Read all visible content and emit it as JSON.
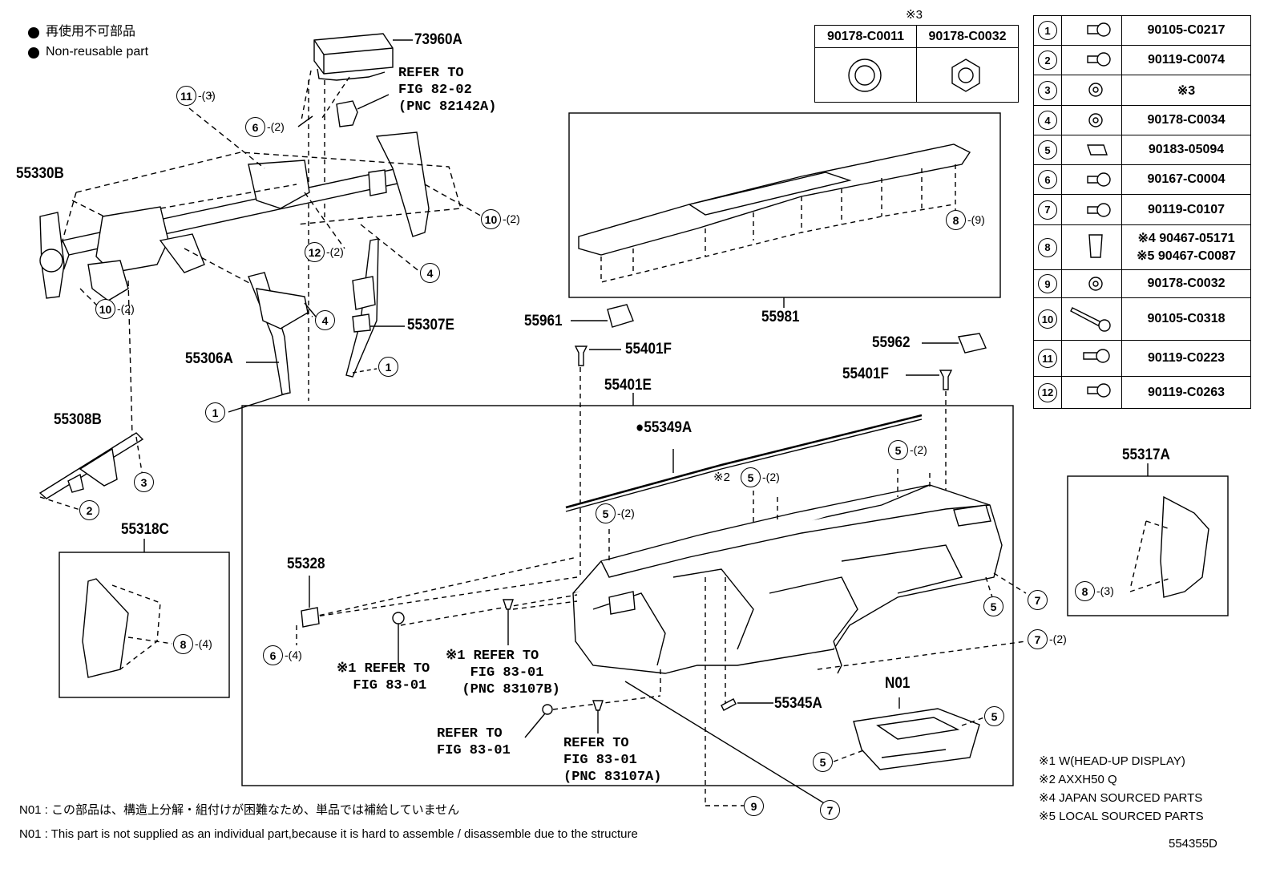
{
  "legend": {
    "bullet_jp": "再使用不可部品",
    "bullet_en": "Non-reusable part"
  },
  "parts": {
    "p73960A": "73960A",
    "p55330B": "55330B",
    "p55307E": "55307E",
    "p55306A": "55306A",
    "p55308B": "55308B",
    "p55318C": "55318C",
    "p55961": "55961",
    "p55401F_a": "55401F",
    "p55401F_b": "55401F",
    "p55401E": "55401E",
    "p55349A": "●55349A",
    "p55962": "55962",
    "p55981": "55981",
    "p55317A": "55317A",
    "p55328": "55328",
    "p55345A": "55345A",
    "pN01": "N01"
  },
  "refs": {
    "r1": "REFER TO\nFIG 82-02\n(PNC 82142A)",
    "r2": "※1 REFER TO\n  FIG 83-01",
    "r3": "※1 REFER TO\n   FIG 83-01\n  (PNC 83107B)",
    "r4": "REFER TO\nFIG 83-01",
    "r5": "REFER TO\nFIG 83-01\n(PNC 83107A)"
  },
  "callouts": [
    {
      "n": "11",
      "q": "-(3)"
    },
    {
      "n": "6",
      "q": "-(2)"
    },
    {
      "n": "10",
      "q": "-(2)"
    },
    {
      "n": "12",
      "q": "-(2)"
    },
    {
      "n": "4",
      "q": ""
    },
    {
      "n": "10",
      "q": "-(2)"
    },
    {
      "n": "4",
      "q": ""
    },
    {
      "n": "1",
      "q": ""
    },
    {
      "n": "1",
      "q": ""
    },
    {
      "n": "3",
      "q": ""
    },
    {
      "n": "2",
      "q": ""
    },
    {
      "n": "8",
      "q": "-(4)"
    },
    {
      "n": "6",
      "q": "-(4)"
    },
    {
      "n": "8",
      "q": "-(9)"
    },
    {
      "n": "5",
      "q": "-(2)"
    },
    {
      "n": "5",
      "q": "-(2)"
    },
    {
      "n": "5",
      "q": "-(2)"
    },
    {
      "n": "7",
      "q": ""
    },
    {
      "n": "5",
      "q": ""
    },
    {
      "n": "7",
      "q": "-(2)"
    },
    {
      "n": "8",
      "q": "-(3)"
    },
    {
      "n": "5",
      "q": ""
    },
    {
      "n": "5",
      "q": ""
    },
    {
      "n": "9",
      "q": ""
    },
    {
      "n": "7",
      "q": ""
    }
  ],
  "star2_mark": "※2",
  "nut_table": {
    "mark": "※3",
    "cols": [
      "90178-C0011",
      "90178-C0032"
    ]
  },
  "fastener_table": [
    {
      "no": "1",
      "code": "90105-C0217"
    },
    {
      "no": "2",
      "code": "90119-C0074"
    },
    {
      "no": "3",
      "code": "※3"
    },
    {
      "no": "4",
      "code": "90178-C0034"
    },
    {
      "no": "5",
      "code": "90183-05094"
    },
    {
      "no": "6",
      "code": "90167-C0004"
    },
    {
      "no": "7",
      "code": "90119-C0107"
    },
    {
      "no": "8",
      "code": "※4 90467-05171",
      "code2": "※5 90467-C0087"
    },
    {
      "no": "9",
      "code": "90178-C0032"
    },
    {
      "no": "10",
      "code": "90105-C0318"
    },
    {
      "no": "11",
      "code": "90119-C0223"
    },
    {
      "no": "12",
      "code": "90119-C0263"
    }
  ],
  "footnotes": [
    "※1 W(HEAD-UP DISPLAY)",
    "※2 AXXH50 Q",
    "※4  JAPAN SOURCED PARTS",
    "※5  LOCAL SOURCED PARTS"
  ],
  "notes": {
    "jp": "N01 : この部品は、構造上分解・組付けが困難なため、単品では補給していません",
    "en": "N01 : This part is not supplied as an individual part,because it is hard to assemble / disassemble due to the structure"
  },
  "figure_id": "554355D"
}
